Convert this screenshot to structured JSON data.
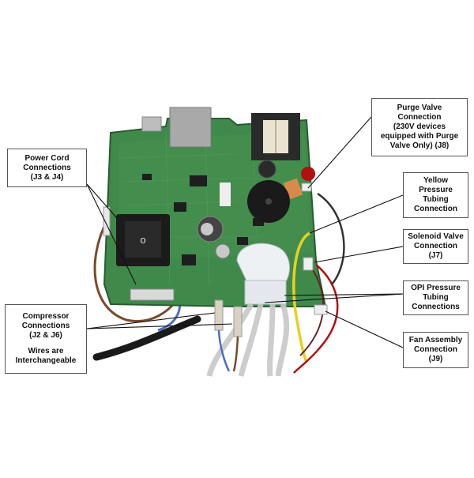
{
  "callouts": {
    "power_cord": [
      "Power Cord",
      "Connections",
      "(J3 & J4)"
    ],
    "compressor": [
      "Compressor",
      "Connections",
      "(J2 & J6)"
    ],
    "compressor_note": [
      "Wires are",
      "Interchangeable"
    ],
    "purge_valve": [
      "Purge Valve",
      "Connection",
      "(230V devices",
      "equipped with Purge",
      "Valve Only) (J8)"
    ],
    "yellow_tubing": [
      "Yellow",
      "Pressure",
      "Tubing",
      "Connection"
    ],
    "solenoid_valve": [
      "Solenoid Valve",
      "Connection",
      "(J7)"
    ],
    "opi_tubing": [
      "OPI Pressure",
      "Tubing",
      "Connections"
    ],
    "fan_assembly": [
      "Fan Assembly",
      "Connection",
      "(J9)"
    ]
  },
  "colors": {
    "board_green": "#3f8a4a",
    "board_dark": "#2f6f3a",
    "transformer": "#2a2a2a",
    "buzzer": "#1a1a1a",
    "switch": "#1b1b1b",
    "tubing": "#c8c8c8",
    "yellow_wire": "#e8d020",
    "red_wire": "#b01010",
    "brown_wire": "#7a4a2a",
    "blue_wire": "#4a70c0"
  }
}
